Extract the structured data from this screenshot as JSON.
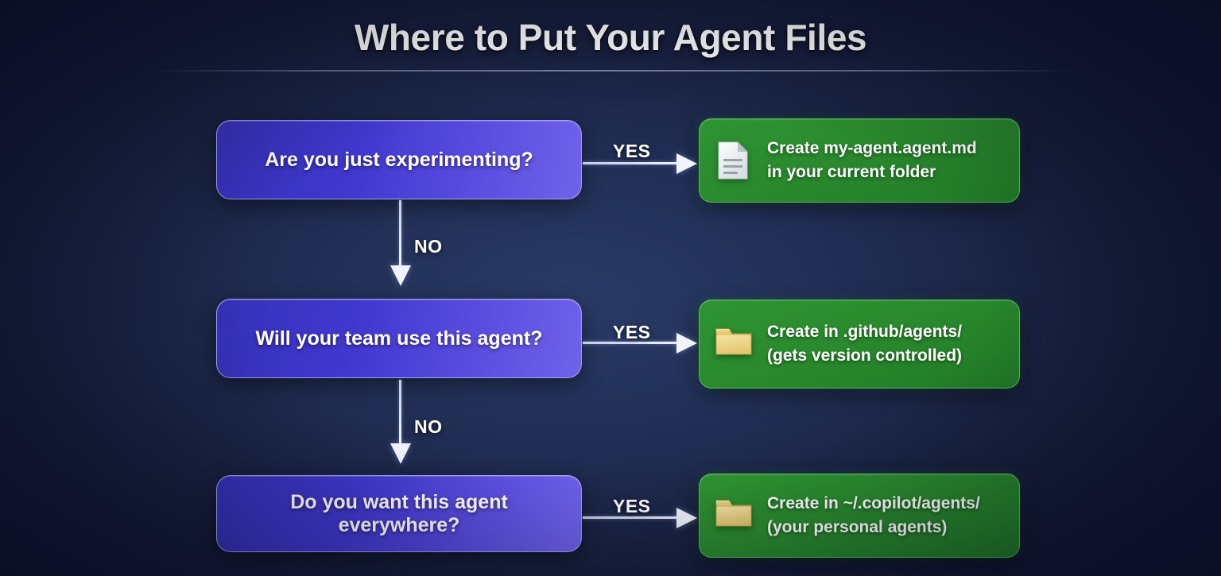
{
  "page": {
    "title": "Where to Put Your Agent Files",
    "background_color": "#1b2546",
    "accent_decision_color": "#4a3fd4",
    "accent_result_color": "#2a8a2d",
    "arrow_color": "#f0f4ff"
  },
  "flow": {
    "yes_label": "YES",
    "no_label": "NO",
    "steps": [
      {
        "question": "Are you just experimenting?",
        "yes_label": "YES",
        "no_label": "NO",
        "result_icon": "document-icon",
        "result_line1": "Create my-agent.agent.md",
        "result_line2": "in your current folder"
      },
      {
        "question": "Will your team use this agent?",
        "yes_label": "YES",
        "no_label": "NO",
        "result_icon": "folder-icon",
        "result_line1": "Create in .github/agents/",
        "result_line2": "(gets version controlled)"
      },
      {
        "question": "Do you want this agent everywhere?",
        "yes_label": "YES",
        "no_label": "",
        "result_icon": "folder-icon",
        "result_line1": "Create in ~/.copilot/agents/",
        "result_line2": "(your personal agents)"
      }
    ]
  }
}
